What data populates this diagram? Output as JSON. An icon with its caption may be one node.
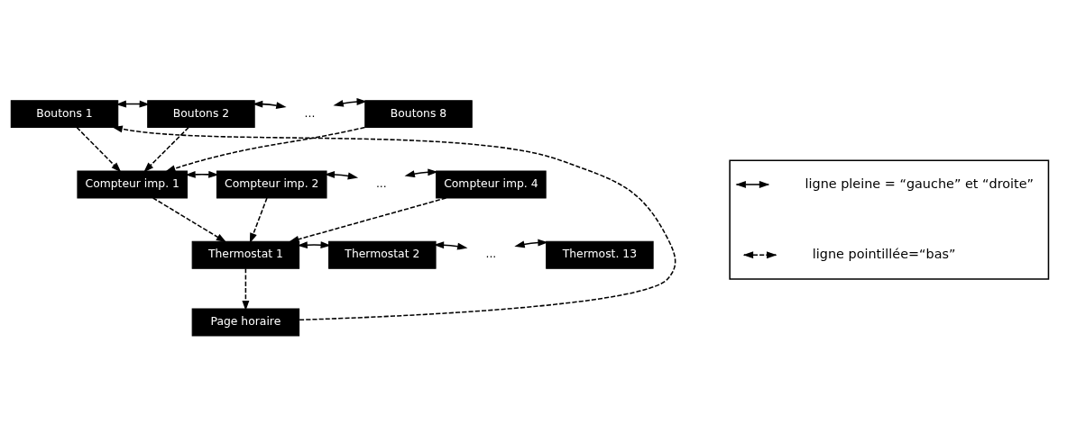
{
  "diagram": {
    "nodes": [
      {
        "text": [
          "Boutons 1"
        ]
      },
      {
        "text": [
          "Boutons 2"
        ]
      },
      {
        "text": [
          "..."
        ]
      },
      {
        "text": [
          "Boutons 8"
        ]
      },
      {
        "text": [
          "Compteur imp. 1"
        ]
      },
      {
        "text": [
          "Compteur imp. 2"
        ]
      },
      {
        "text": [
          "..."
        ]
      },
      {
        "text": [
          "Compteur imp. 4"
        ]
      },
      {
        "text": [
          "Thermostat 1"
        ]
      },
      {
        "text": [
          "Thermostat 2"
        ]
      },
      {
        "text": [
          "..."
        ]
      },
      {
        "text": [
          "Thermost. 13"
        ]
      },
      {
        "text": [
          "Page horaire"
        ]
      },
      {
        "text": [],
        "shape": "box"
      }
    ],
    "edges": [
      {
        "from": 0,
        "to": 1,
        "arrow": "both"
      },
      {
        "from": 1,
        "to": 2,
        "arrow": "both"
      },
      {
        "from": 2,
        "to": 3,
        "arrow": "both"
      },
      {
        "from": 0,
        "to": 4,
        "arrow": "to",
        "style": "dashed"
      },
      {
        "from": 1,
        "to": 4,
        "arrow": "to",
        "style": "dashed"
      },
      {
        "from": 3,
        "to": 4,
        "arrow": "to",
        "style": "dashed"
      },
      {
        "from": 4,
        "to": 5,
        "arrow": "both"
      },
      {
        "from": 5,
        "to": 6,
        "arrow": "both"
      },
      {
        "from": 6,
        "to": 7,
        "arrow": "both"
      },
      {
        "from": 4,
        "to": 8,
        "arrow": "to",
        "style": "dashed"
      },
      {
        "from": 5,
        "to": 8,
        "arrow": "to",
        "style": "dashed"
      },
      {
        "from": 7,
        "to": 8,
        "arrow": "to",
        "style": "dashed"
      },
      {
        "from": 8,
        "to": 9,
        "arrow": "both"
      },
      {
        "from": 9,
        "to": 10,
        "arrow": "both"
      },
      {
        "from": 10,
        "to": 11,
        "arrow": "both"
      },
      {
        "from": 8,
        "to": 12,
        "arrow": "to",
        "style": "dashed"
      },
      {
        "from": 12,
        "to": 0,
        "arrow": "to",
        "style": "dashed"
      }
    ],
    "legend": [
      {
        "text": "ligne pleine = “gauche” et “droite”"
      },
      {
        "text": "ligne pointillée=“bas”"
      }
    ]
  }
}
